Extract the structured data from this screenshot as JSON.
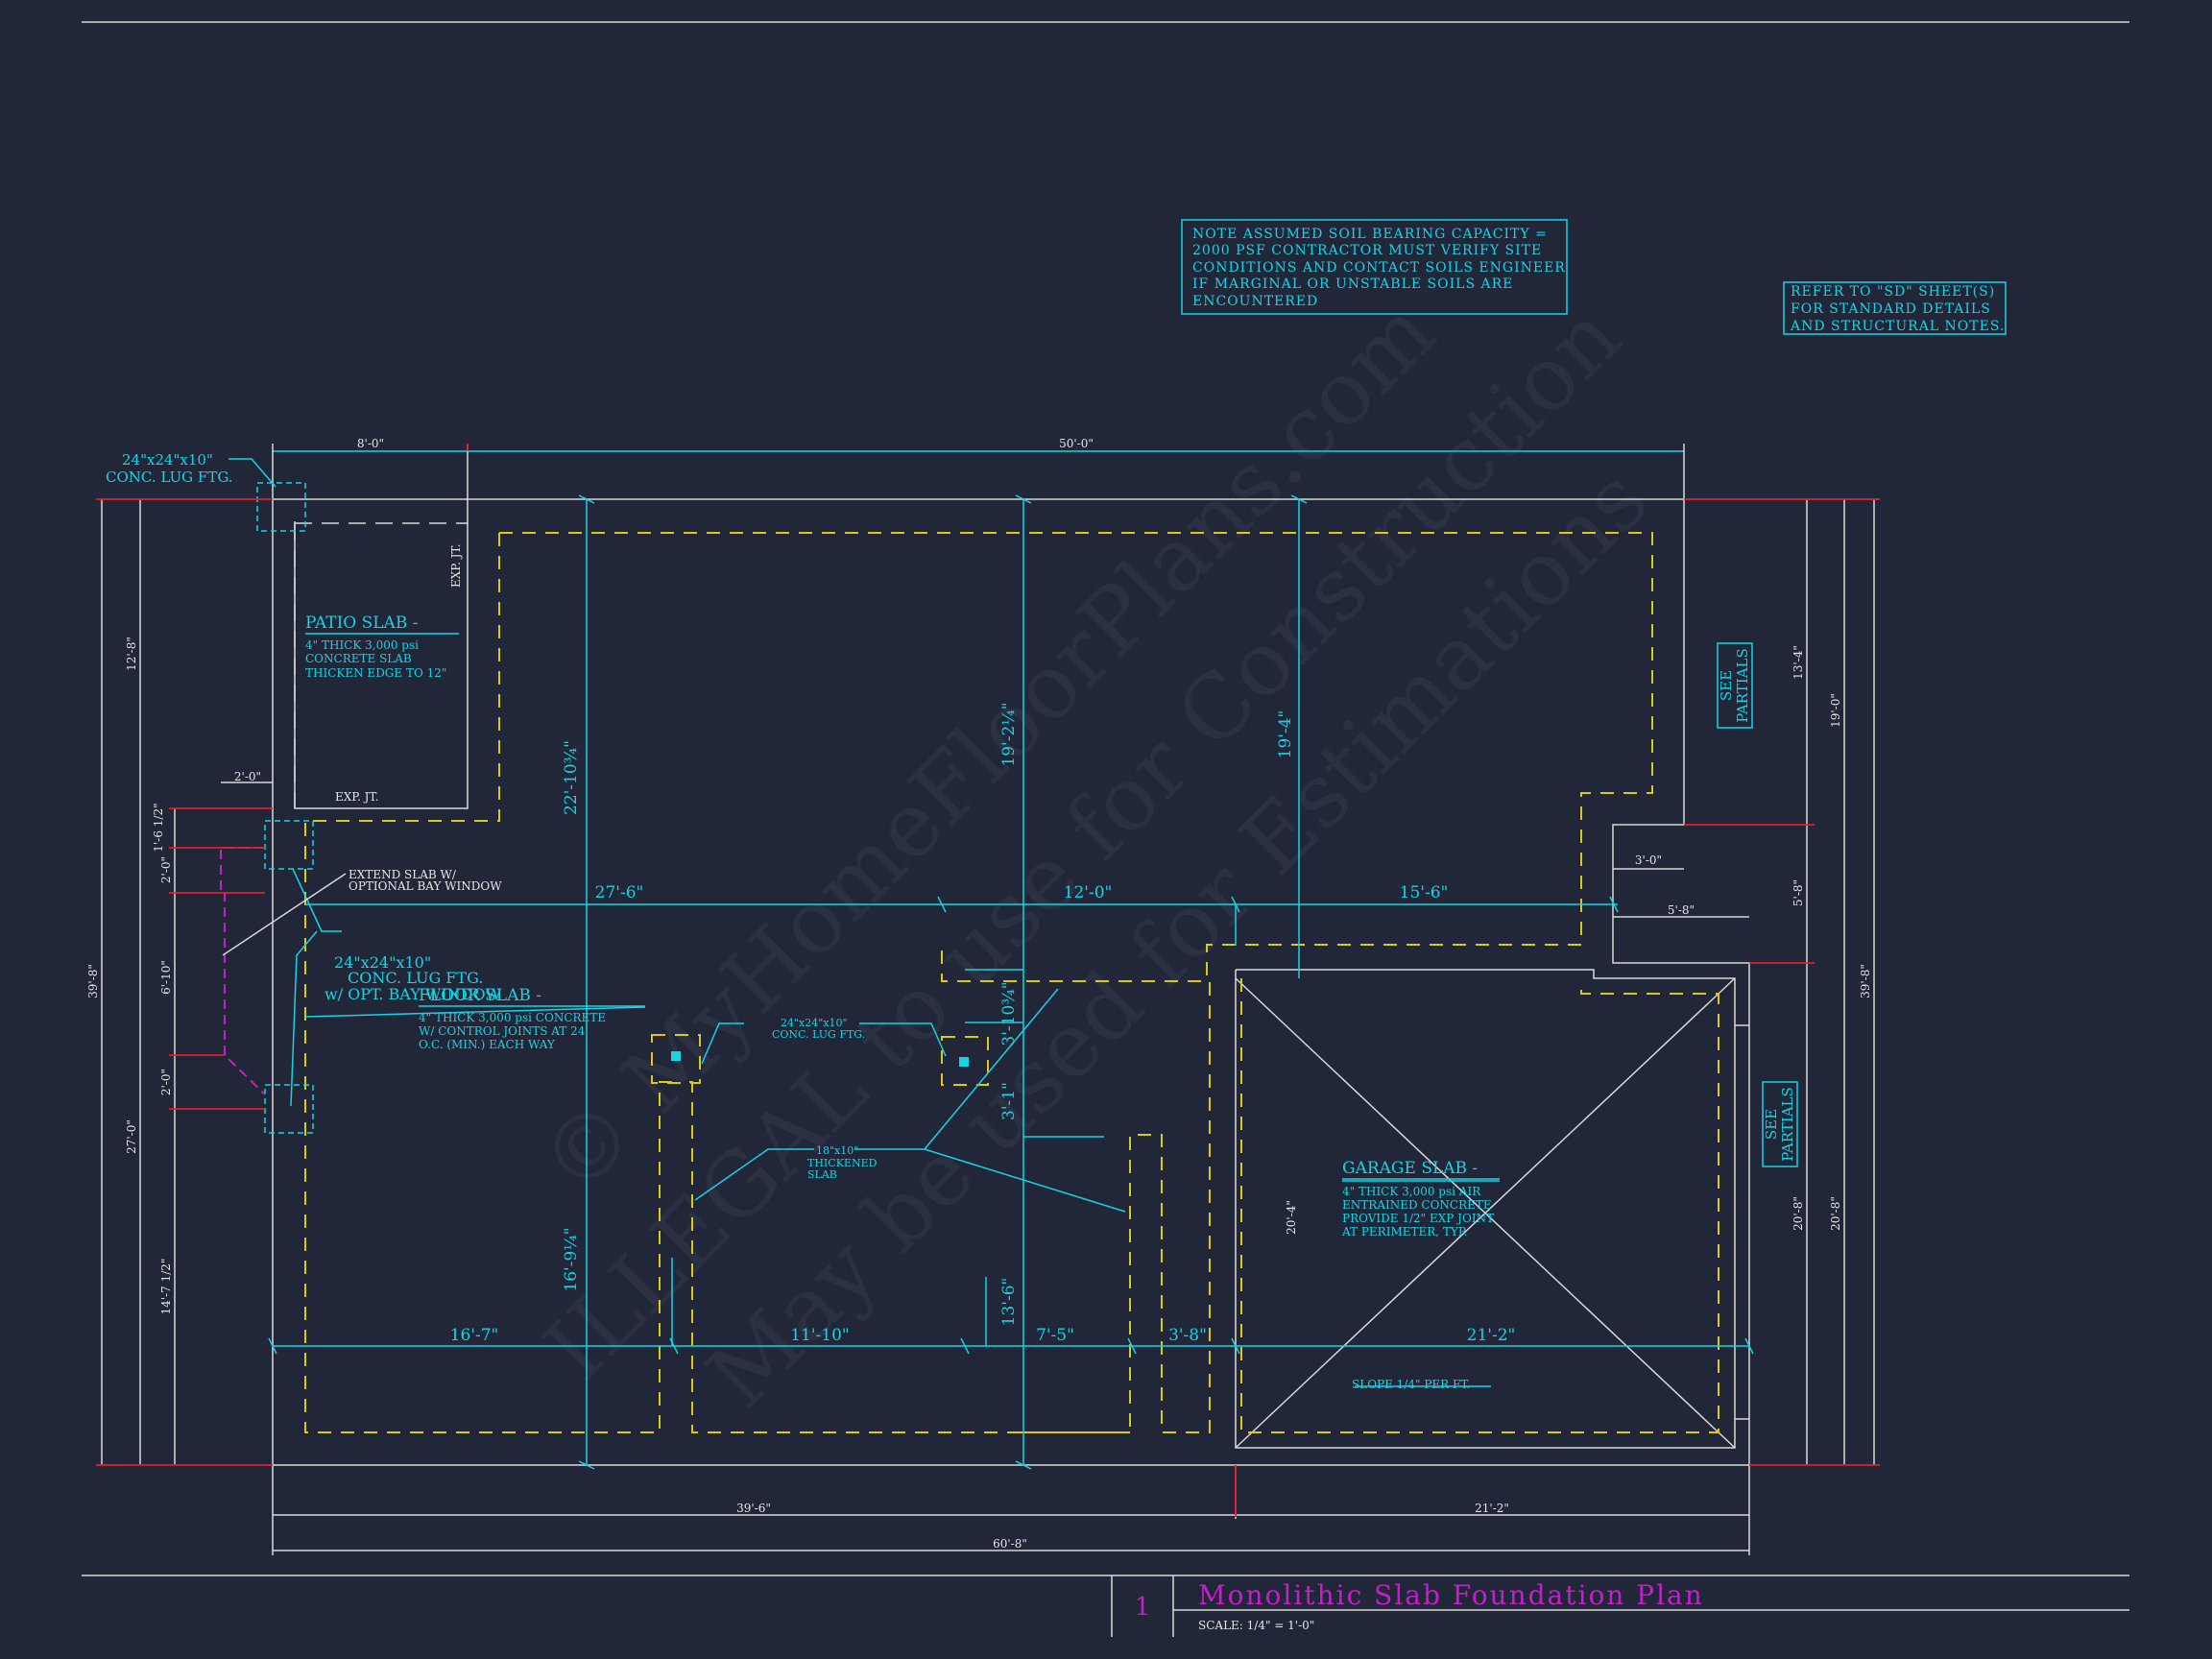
{
  "colors": {
    "background": "#222639",
    "cyan": "#19d3e0",
    "white": "#d8d8d8",
    "yellow": "#d9c81f",
    "red": "#e0202a",
    "magenta": "#c21fc9"
  },
  "notes": {
    "soil": [
      "NOTE ASSUMED SOIL BEARING CAPACITY =",
      "2000 PSF CONTRACTOR MUST VERIFY SITE",
      "CONDITIONS AND CONTACT SOILS ENGINEER",
      "IF MARGINAL OR UNSTABLE SOILS ARE",
      "ENCOUNTERED"
    ],
    "refer": [
      "REFER TO \"SD\" SHEET(S)",
      "FOR STANDARD DETAILS",
      "AND STRUCTURAL NOTES."
    ]
  },
  "labels": {
    "lug_ftg_top": [
      "24\"x24\"x10\"",
      "CONC. LUG FTG."
    ],
    "patio_title": "PATIO SLAB -",
    "patio_spec": [
      "4\" THICK 3,000 psi",
      "CONCRETE SLAB",
      "THICKEN EDGE TO 12\""
    ],
    "exp_jt_vertical": "EXP. JT.",
    "exp_jt": "EXP. JT.",
    "bay_window_note": [
      "EXTEND SLAB W/",
      "OPTIONAL BAY WINDOW"
    ],
    "lug_ftg_bay": [
      "24\"x24\"x10\"",
      "CONC. LUG FTG.",
      "w/ OPT. BAY WINDOW"
    ],
    "floor_title": "FLOOR SLAB -",
    "floor_spec": [
      "4\" THICK 3,000 psi CONCRETE",
      "W/ CONTROL JOINTS AT 24'",
      "O.C. (MIN.) EACH WAY"
    ],
    "lug_ftg_mid": [
      "24\"x24\"x10\"",
      "CONC. LUG FTG."
    ],
    "thickened": [
      "18\"x10\"",
      "THICKENED",
      "SLAB"
    ],
    "garage_title": "GARAGE SLAB -",
    "garage_spec": [
      "4\" THICK 3,000 psi AIR",
      "ENTRAINED CONCRETE",
      "PROVIDE 1/2\" EXP JOINT",
      "AT PERIMETER, TYP."
    ],
    "slope": "SLOPE 1/4\" PER FT.",
    "see_partials": [
      "SEE",
      "PARTIALS"
    ]
  },
  "dimensions": {
    "top_8": "8'-0\"",
    "top_50": "50'-0\"",
    "d_2_0_top": "2'-0\"",
    "d_3_0": "3'-0\"",
    "d_5_8": "5'-8\"",
    "row_27_6": "27'-6\"",
    "row_12_0": "12'-0\"",
    "row_15_6": "15'-6\"",
    "v_22_10": "22'-10¾\"",
    "v_19_2": "19'-2¼\"",
    "v_19_4": "19'-4\"",
    "v_3_10": "3'-10¾\"",
    "v_3_1": "3'-1\"",
    "v_16_9": "16'-9¼\"",
    "v_13_6": "13'-6\"",
    "v_20_4": "20'-4\"",
    "b_16_7": "16'-7\"",
    "b_11_10": "11'-10\"",
    "b_7_5": "7'-5\"",
    "b_3_8": "3'-8\"",
    "b_21_2": "21'-2\"",
    "bot_39_6": "39'-6\"",
    "bot_21_2": "21'-2\"",
    "bot_60_8": "60'-8\"",
    "l_39_8": "39'-8\"",
    "l_12_8": "12'-8\"",
    "l_27_0": "27'-0\"",
    "l_1_6": "1'-6 1/2\"",
    "l_2_0a": "2'-0\"",
    "l_6_10": "6'-10\"",
    "l_2_0b": "2'-0\"",
    "l_14_7": "14'-7 1/2\"",
    "r_13_4": "13'-4\"",
    "r_19_0": "19'-0\"",
    "r_5_8": "5'-8\"",
    "r_20_8a": "20'-8\"",
    "r_20_8b": "20'-8\"",
    "r_39_8": "39'-8\""
  },
  "title_block": {
    "number": "1",
    "title": "Monolithic Slab Foundation Plan",
    "scale": "SCALE: 1/4\" = 1'-0\""
  },
  "watermark": [
    "© MyHomeFloorPlans.com",
    "ILLEGAL to use for Construction",
    "May be used for Estimations"
  ]
}
